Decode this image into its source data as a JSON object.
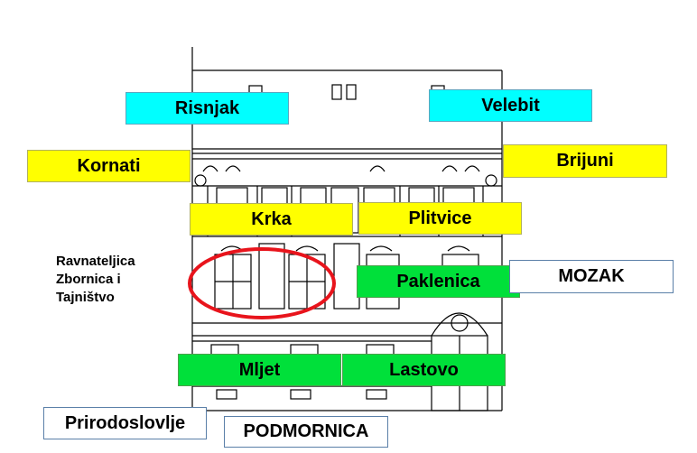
{
  "labels": {
    "risnjak": "Risnjak",
    "velebit": "Velebit",
    "kornati": "Kornati",
    "brijuni": "Brijuni",
    "krka": "Krka",
    "plitvice": "Plitvice",
    "paklenica": "Paklenica",
    "mozak": "MOZAK",
    "mljet": "Mljet",
    "lastovo": "Lastovo",
    "prirodoslovlje": "Prirodoslovlje",
    "podmornica": "PODMORNICA"
  },
  "note": {
    "line1": "Ravnateljica",
    "line2": "Zbornica i",
    "line3": "Tajništvo"
  },
  "colors": {
    "cyan": "#00ffff",
    "yellow": "#ffff00",
    "green": "#00e03a",
    "white": "#ffffff",
    "highlight_ring": "#e8141c"
  }
}
